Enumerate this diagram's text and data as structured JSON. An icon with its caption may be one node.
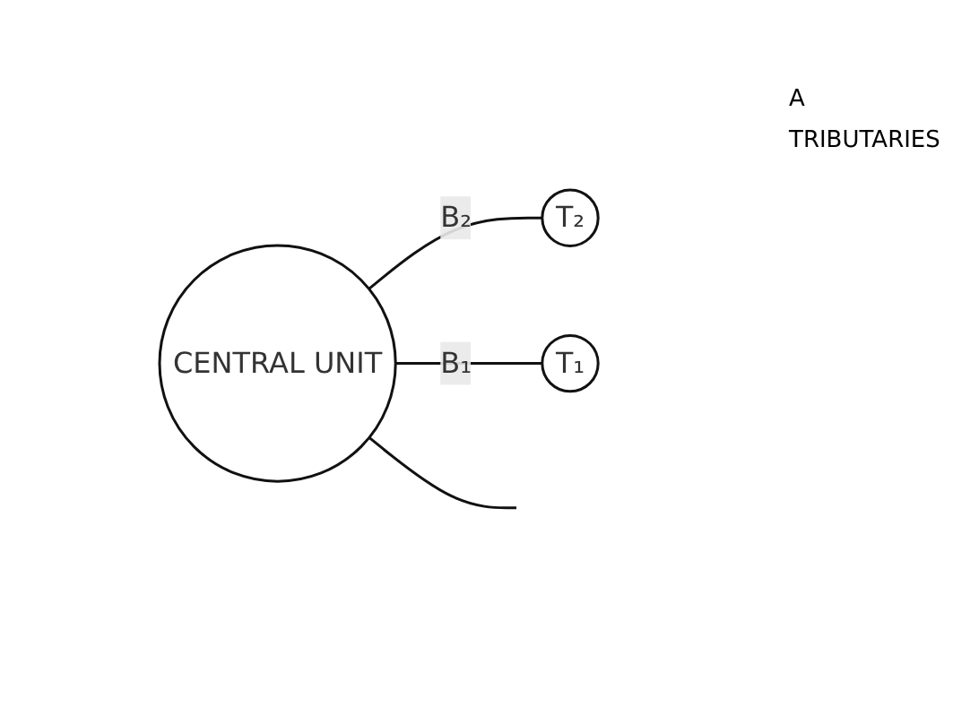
{
  "diagram": {
    "nodes": [
      {
        "text": [
          "CENTRAL UNIT"
        ]
      },
      {
        "text": [
          "T₂"
        ]
      },
      {
        "text": [
          "T₁"
        ]
      }
    ],
    "edges": [
      {
        "from": 0,
        "to": 1,
        "arrow": "none",
        "label": "B₂"
      },
      {
        "from": 0,
        "to": 2,
        "arrow": "none",
        "label": "B₁"
      },
      {
        "from": 0,
        "to": null,
        "arrow": "none"
      }
    ],
    "labels": [
      "A",
      "TRIBUTARIES"
    ]
  }
}
